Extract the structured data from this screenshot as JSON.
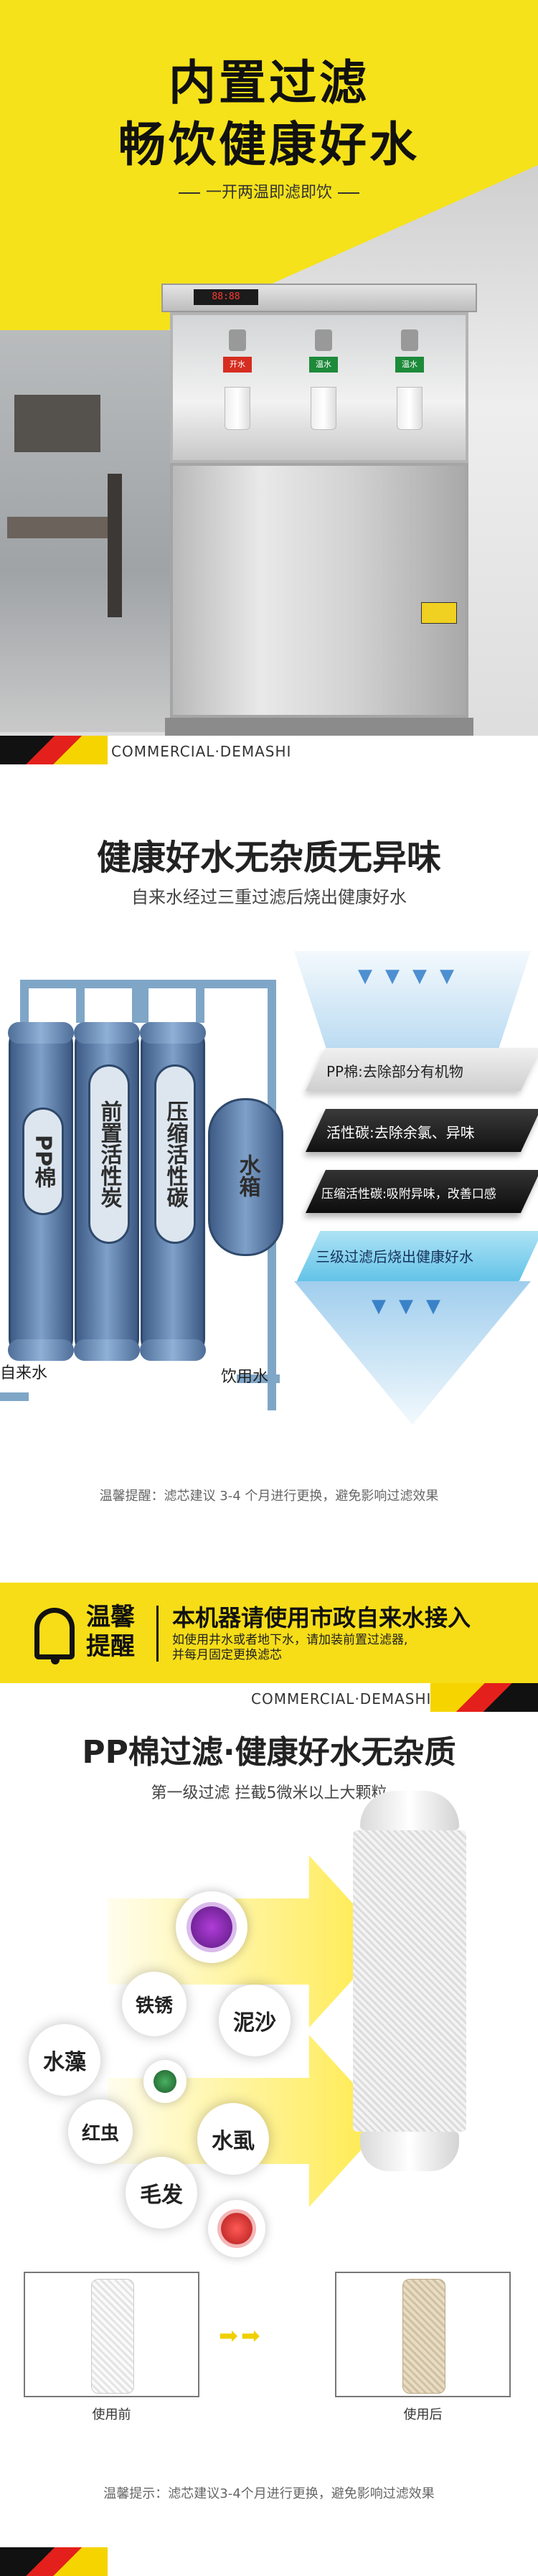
{
  "hero": {
    "title_line1": "内置过滤",
    "title_line2": "畅饮健康好水",
    "subtitle": "一开两温即滤即饮",
    "machine_display": "88:88",
    "taps": [
      {
        "label": "开水",
        "color": "#d62d20"
      },
      {
        "label": "温水",
        "color": "#1d8a3a"
      },
      {
        "label": "温水",
        "color": "#1d8a3a"
      }
    ],
    "brand": "COMMERCIAL·DEMASHI"
  },
  "section2": {
    "title": "健康好水无杂质无异味",
    "subtitle": "自来水经过三重过滤后烧出健康好水",
    "cartridges": [
      "PP棉",
      "前置活性炭",
      "压缩活性碳"
    ],
    "tank": "水箱",
    "inlet": "自来水",
    "outlet": "饮用水",
    "layers": [
      "PP棉:去除部分有机物",
      "活性碳:去除余氯、异味",
      "压缩活性碳:吸附异味，改善口感",
      "三级过滤后烧出健康好水"
    ],
    "tip": "温馨提醒：滤芯建议 3-4 个月进行更换，避免影响过滤效果"
  },
  "notice": {
    "label_line1": "温馨",
    "label_line2": "提醒",
    "headline": "本机器请使用市政自来水接入",
    "detail_line1": "如使用井水或者地下水，请加装前置过滤器,",
    "detail_line2": "并每月固定更换滤芯"
  },
  "brand2": "COMMERCIAL·DEMASHI",
  "section4": {
    "title": "PP棉过滤·健康好水无杂质",
    "subtitle": "第一级过滤  拦截5微米以上大颗粒",
    "impurities": [
      "铁锈",
      "泥沙",
      "水藻",
      "红虫",
      "水虱",
      "毛发"
    ],
    "before_label": "使用前",
    "after_label": "使用后",
    "tip": "温馨提示：滤芯建议3-4个月进行更换，避免影响过滤效果"
  }
}
